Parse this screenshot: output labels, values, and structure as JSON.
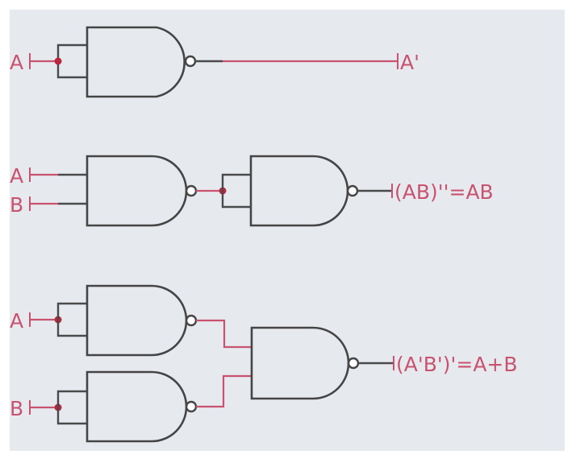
{
  "colors": {
    "background": "#e6eaef",
    "border": "#ffffff",
    "gate_stroke": "#454545",
    "accent_wire": "#c9536f",
    "junction_dot": "#b8283f",
    "label_text": "#c9536f"
  },
  "circuit_not": {
    "input_label": "A",
    "output_label": "A'"
  },
  "circuit_and": {
    "input_a_label": "A",
    "input_b_label": "B",
    "output_label": "(AB)''=AB"
  },
  "circuit_or": {
    "input_a_label": "A",
    "input_b_label": "B",
    "output_label": "(A'B')'=A+B"
  }
}
